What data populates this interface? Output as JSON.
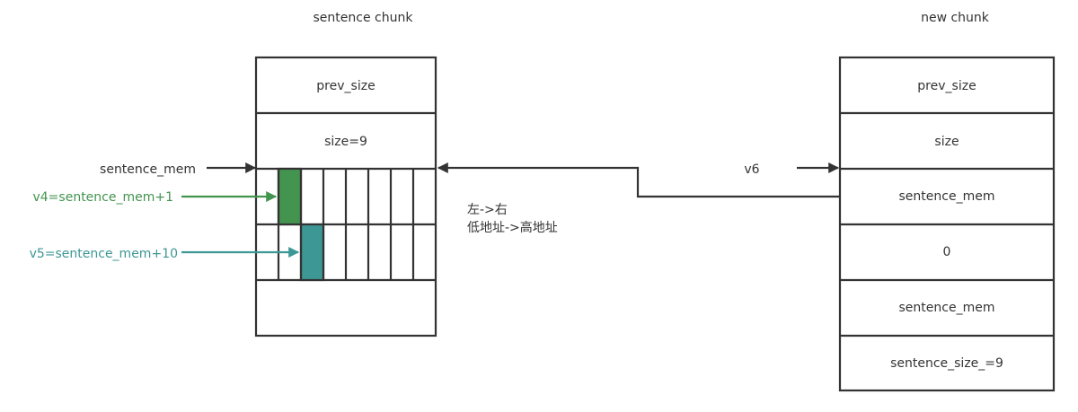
{
  "diagram": {
    "left_chunk": {
      "title": "sentence chunk",
      "rows": [
        "prev_size",
        "size=9"
      ],
      "byte_grid": {
        "columns": 8,
        "rows": 2,
        "highlighted": [
          {
            "row": 0,
            "col": 1,
            "color": "#43944f",
            "pointer": "v4"
          },
          {
            "row": 1,
            "col": 2,
            "color": "#3d9795",
            "pointer": "v5"
          }
        ]
      }
    },
    "right_chunk": {
      "title": "new chunk",
      "rows": [
        "prev_size",
        "size",
        "sentence_mem",
        "0",
        "sentence_mem",
        "sentence_size_=9"
      ]
    },
    "pointers": {
      "sentence_mem": {
        "label": "sentence_mem",
        "color": "#333333"
      },
      "v4": {
        "label": "v4=sentence_mem+1",
        "color": "#43944f"
      },
      "v5": {
        "label": "v5=sentence_mem+10",
        "color": "#3d9795"
      },
      "v6": {
        "label": "v6",
        "color": "#333333"
      }
    },
    "note": {
      "line1": "左->右",
      "line2": "低地址->高地址"
    }
  }
}
